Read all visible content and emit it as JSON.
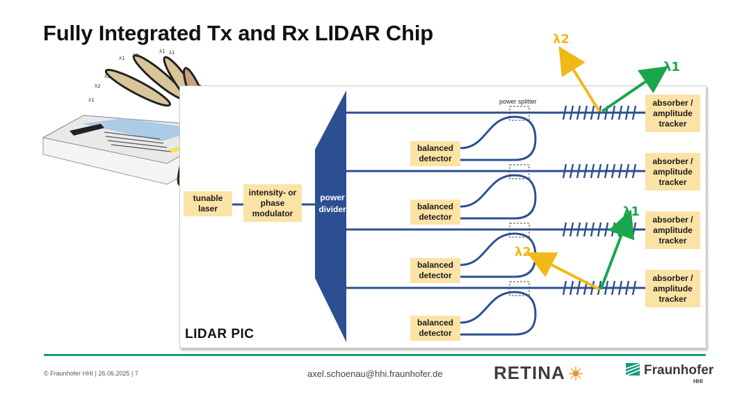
{
  "title": "Fully Integrated Tx and Rx LIDAR Chip",
  "pic_label": "LIDAR PIC",
  "blocks": {
    "laser": "tunable laser",
    "modulator": "intensity- or phase modulator",
    "divider": "power divider",
    "splitter": "power splitter",
    "detector": "balanced detector",
    "absorber": "absorber / amplitude tracker"
  },
  "wavelengths": {
    "l1": "λ1",
    "l2": "λ2"
  },
  "footer": {
    "copyright": "© Fraunhofer HHI | 26.06.2025 | 7",
    "email": "axel.schoenau@hhi.fraunhofer.de",
    "retina": "RETINA",
    "fraunhofer": "Fraunhofer",
    "hhi": "HHI"
  },
  "colors": {
    "waveguide": "#2c4f91",
    "box_fill": "#fbe3a6",
    "beam_yellow": "#f2b817",
    "beam_green": "#1aa64a",
    "accent_green": "#179c7d"
  }
}
